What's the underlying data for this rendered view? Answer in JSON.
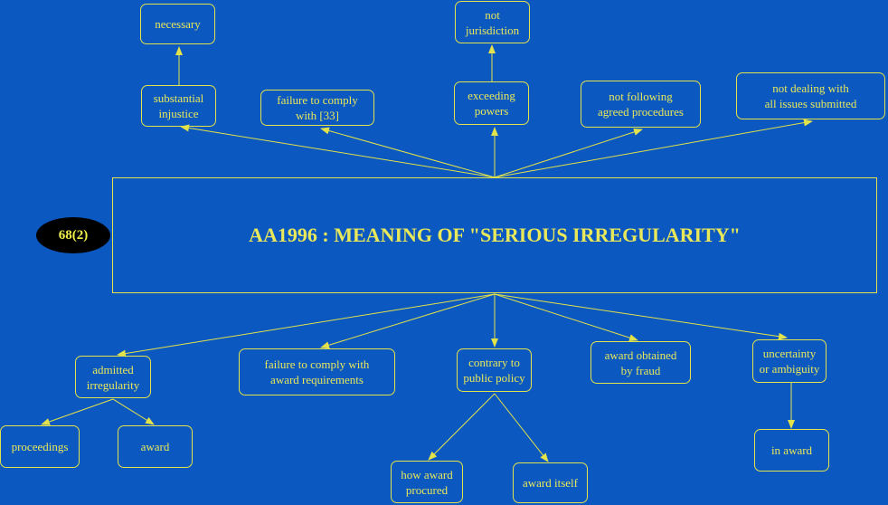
{
  "badge": "68(2)",
  "title": "AA1996 : MEANING OF \"SERIOUS IRREGULARITY\"",
  "colors": {
    "background": "#0b58c0",
    "line": "#e2e24a",
    "text": "#e8e85a"
  },
  "nodes": {
    "necessary": "necessary",
    "not_jurisdiction": "not\njurisdiction",
    "substantial_injustice": "substantial\ninjustice",
    "failure_comply_33": "failure to comply\nwith [33]",
    "exceeding_powers": "exceeding\npowers",
    "not_following": "not following\nagreed procedures",
    "not_dealing": "not dealing with\nall issues submitted",
    "admitted_irregularity": "admitted\nirregularity",
    "failure_award_req": "failure to comply with\naward requirements",
    "contrary_public_policy": "contrary to\npublic policy",
    "award_fraud": "award obtained\nby fraud",
    "uncertainty": "uncertainty\nor ambiguity",
    "proceedings": "proceedings",
    "award": "award",
    "how_award_procured": "how award\nprocured",
    "award_itself": "award itself",
    "in_award": "in award"
  }
}
